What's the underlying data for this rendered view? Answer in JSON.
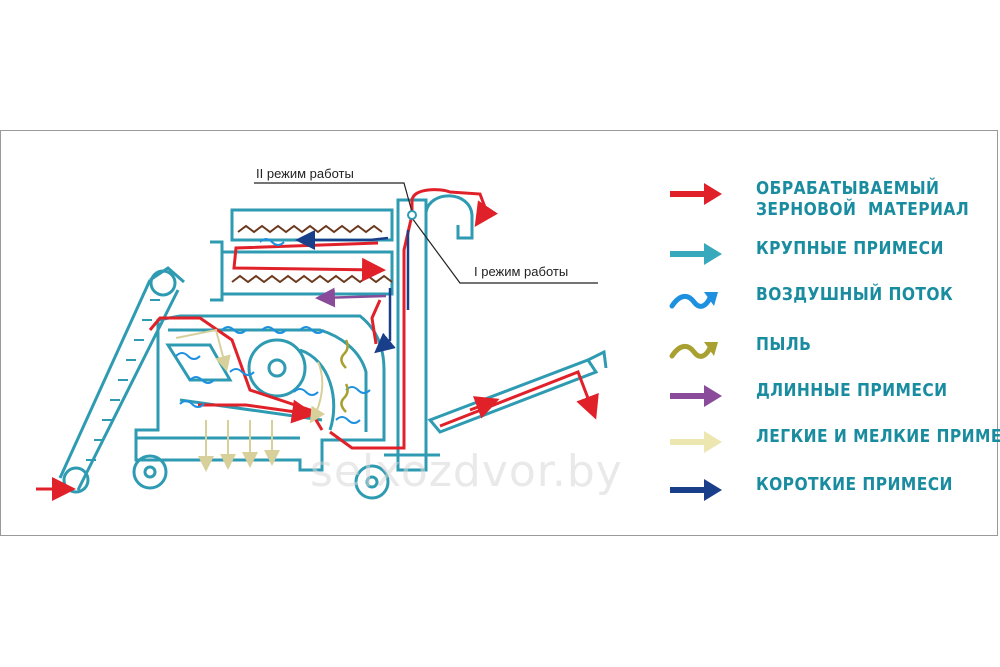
{
  "diagram": {
    "mode_labels": {
      "mode2": "II режим работы",
      "mode1": "I режим работы"
    },
    "watermark": "selxozdvor.by",
    "legend": [
      {
        "label": "ОБРАБАТЫВАЕМЫЙ\nЗЕРНОВОЙ  МАТЕРИАЛ",
        "arrow": "straight-arrow",
        "color": "#e0212a"
      },
      {
        "label": "КРУПНЫЕ ПРИМЕСИ",
        "arrow": "straight-arrow",
        "color": "#38a9bd"
      },
      {
        "label": "ВОЗДУШНЫЙ ПОТОК",
        "arrow": "wavy-arrow",
        "color": "#1e90e0"
      },
      {
        "label": "ПЫЛЬ",
        "arrow": "wavy-arrow",
        "color": "#a8a030"
      },
      {
        "label": "ДЛИННЫЕ ПРИМЕСИ",
        "arrow": "straight-arrow",
        "color": "#8a4c9a"
      },
      {
        "label": "ЛЕГКИЕ И МЕЛКИЕ ПРИМЕСИ",
        "arrow": "straight-arrow",
        "color": "#ece6b0"
      },
      {
        "label": "КОРОТКИЕ ПРИМЕСИ",
        "arrow": "straight-arrow",
        "color": "#1a3f8a"
      }
    ]
  }
}
